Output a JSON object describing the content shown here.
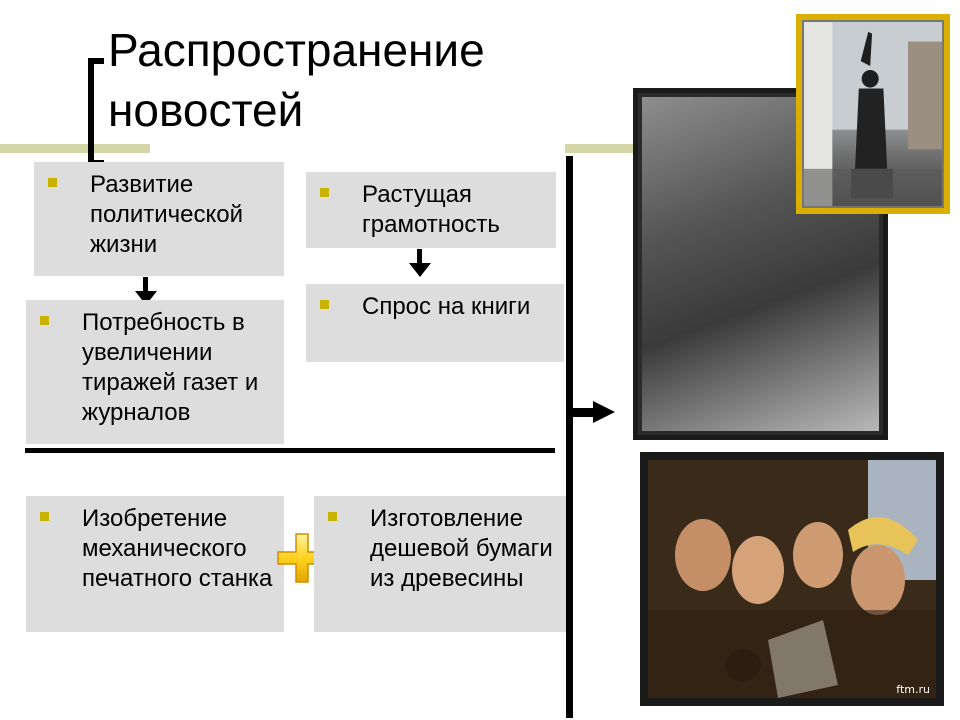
{
  "slide": {
    "title_line1": "Распространение",
    "title_line2": "новостей"
  },
  "boxes": {
    "political_life": "Развитие политической жизни",
    "literacy": "Растущая грамотность",
    "book_demand": "Спрос на книги",
    "circulation_need": "Потребность в увеличении тиражей газет и журналов",
    "press_invention": "Изобретение механического печатного станка",
    "cheap_paper": "Изготовление дешевой бумаги из древесины"
  },
  "images": {
    "engraving": "newsboys-engraving-image",
    "statue": "newsboy-statue-photo",
    "painting": "men-reading-newspaper-painting",
    "watermark": "ftm.ru"
  },
  "colors": {
    "box_bg": "#dddddd",
    "bullet": "#c9b200",
    "olive_bar": "#d4d6a6",
    "plus_fill": "#ffd21f",
    "statue_frame": "#d9b000"
  }
}
